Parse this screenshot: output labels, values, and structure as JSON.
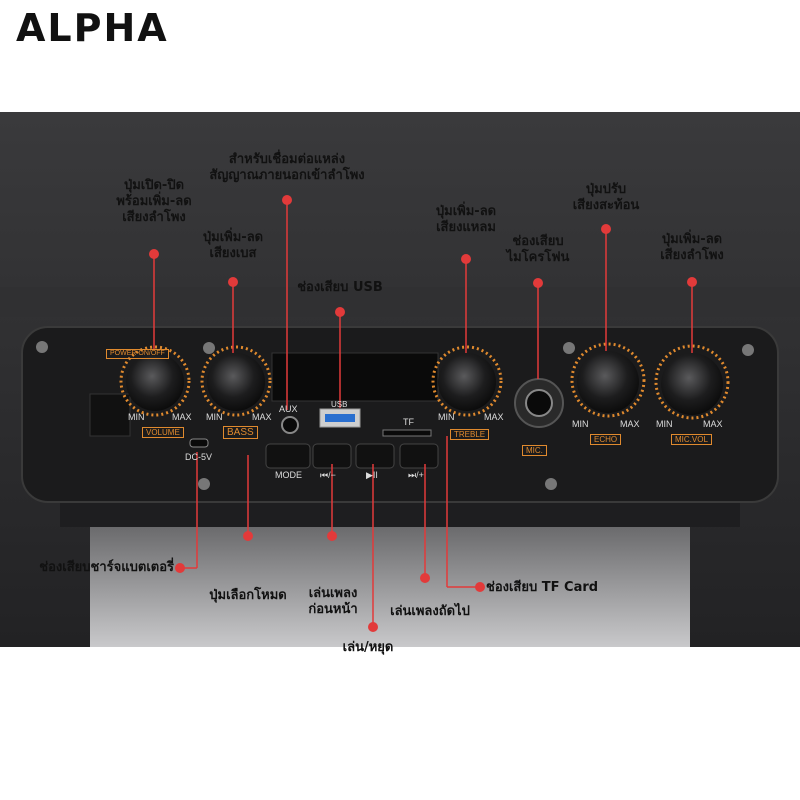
{
  "brand": "ALPHA",
  "panel": {
    "power_tag": "POWER ON/OFF",
    "volume_tag": "VOLUME",
    "bass_tag": "BASS",
    "treble_tag": "TREBLE",
    "echo_tag": "ECHO",
    "mic_vol_tag": "MIC.VOL",
    "mic_tag": "MIC.",
    "min": "MIN",
    "max": "MAX",
    "aux": "AUX",
    "usb": "USB",
    "tf": "TF",
    "dc": "DC-5V",
    "mode": "MODE",
    "prev_label": "⏮/−",
    "play_label": "▶II",
    "next_label": "⏭/+"
  },
  "callouts": {
    "power_volume": [
      "ปุ่มเปิด-ปิด",
      "พร้อมเพิ่ม-ลด",
      "เสียงลำโพง"
    ],
    "bass": [
      "ปุ่มเพิ่ม-ลด",
      "เสียงเบส"
    ],
    "aux": [
      "สำหรับเชื่อมต่อแหล่ง",
      "สัญญาณภายนอกเข้าลำโพง"
    ],
    "usb": "ช่องเสียบ USB",
    "treble": [
      "ปุ่มเพิ่ม-ลด",
      "เสียงแหลม"
    ],
    "mic": [
      "ช่องเสียบ",
      "ไมโครโฟน"
    ],
    "echo": [
      "ปุ่มปรับ",
      "เสียงสะท้อน"
    ],
    "mic_vol": [
      "ปุ่มเพิ่ม-ลด",
      "เสียงลำโพง"
    ],
    "charge": "ช่องเสียบชาร์จแบตเตอรี่",
    "mode": "ปุ่มเลือกโหมด",
    "prev": [
      "เล่นเพลง",
      "ก่อนหน้า"
    ],
    "play": "เล่น/หยุด",
    "next": "เล่นเพลงถัดไป",
    "tf": "ช่องเสียบ TF Card"
  },
  "colors": {
    "accent": "#e23a3a",
    "orange": "#e08a2e",
    "panel": "#1b1b1c"
  }
}
